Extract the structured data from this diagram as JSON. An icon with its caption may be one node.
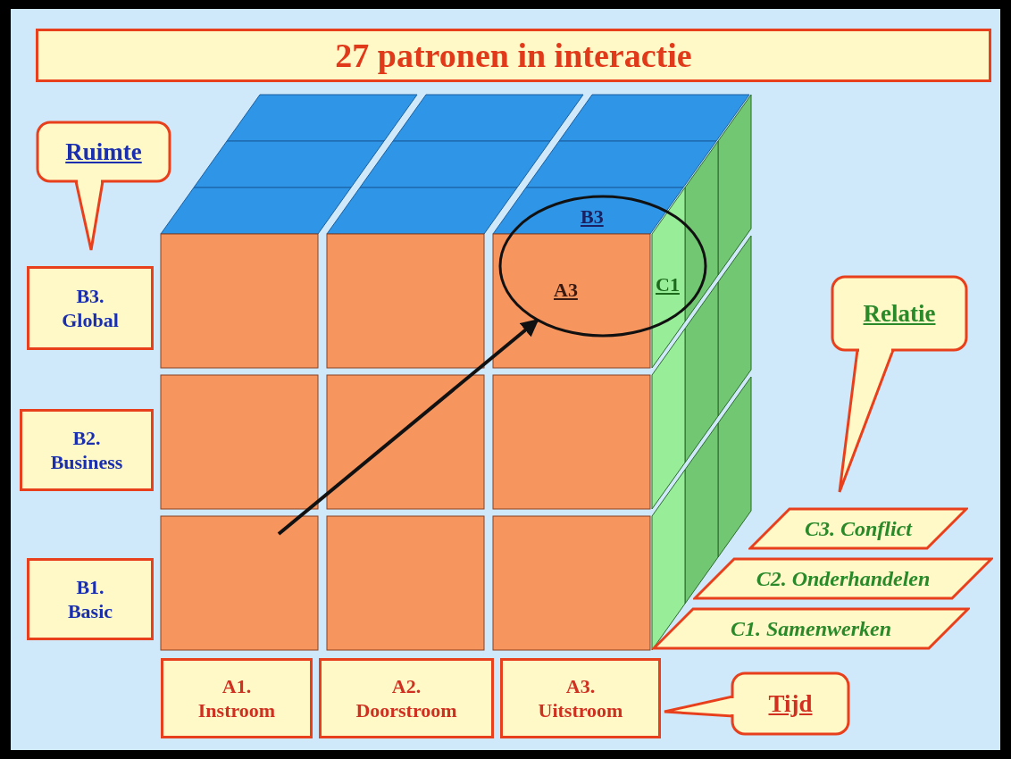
{
  "diagram": {
    "title": "27 patronen in interactie",
    "nodes": [
      {
        "text": [
          "Ruimte"
        ]
      },
      {
        "text": [
          "B3. Global"
        ]
      },
      {
        "text": [
          "B2. Business"
        ]
      },
      {
        "text": [
          "B1. Basic"
        ]
      },
      {
        "text": [
          "Relatie"
        ]
      },
      {
        "text": [
          "C3. Conflict"
        ]
      },
      {
        "text": [
          "C2. Onderhandelen"
        ]
      },
      {
        "text": [
          "C1. Samenwerken"
        ]
      },
      {
        "text": [
          "A1. Instroom"
        ]
      },
      {
        "text": [
          "A2. Doorstroom"
        ]
      },
      {
        "text": [
          "A3. Uitstroom"
        ]
      },
      {
        "text": [
          "Tijd"
        ]
      },
      {
        "text": [
          "B3",
          "A3",
          "C1"
        ]
      }
    ],
    "edges": [
      {
        "from": null,
        "to": 12,
        "arrow": "to"
      }
    ]
  }
}
